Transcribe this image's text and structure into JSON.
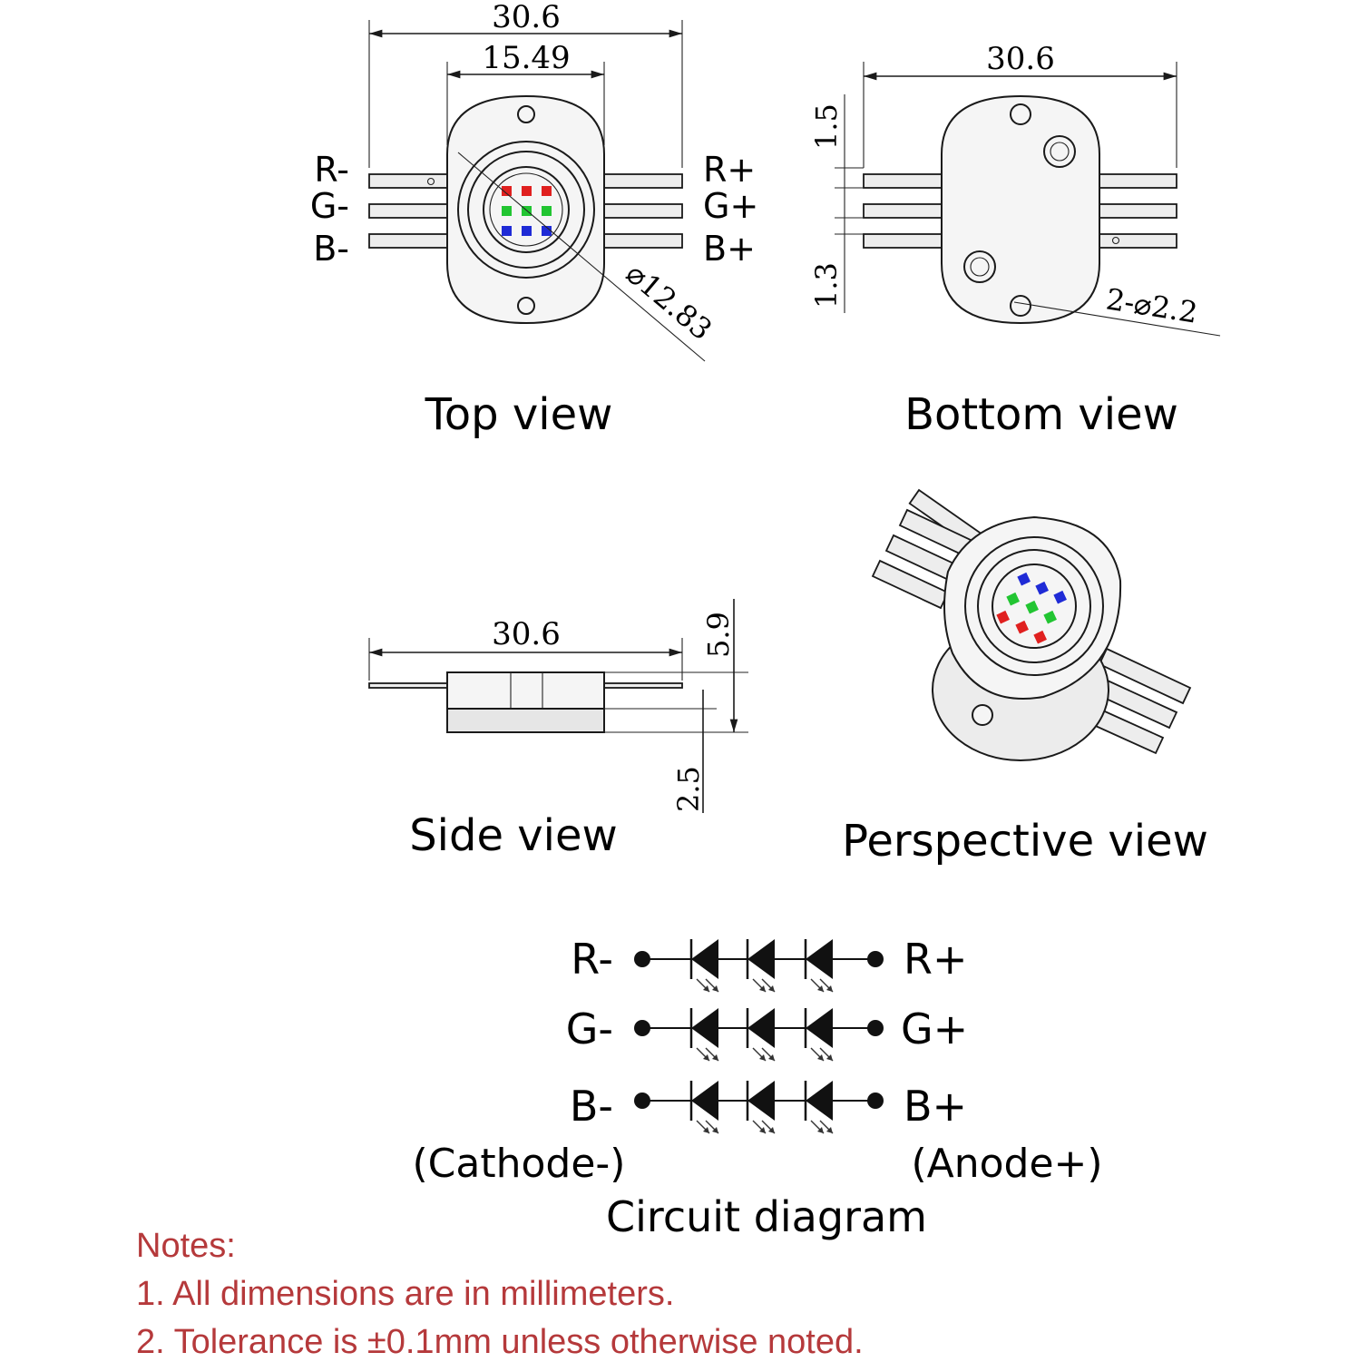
{
  "colors": {
    "red": "#e0201f",
    "green": "#22c532",
    "blue": "#1f2bd6",
    "note": "#b5393b"
  },
  "top_view": {
    "caption": "Top view",
    "dim_overall": "30.6",
    "dim_inner": "15.49",
    "dim_diameter": "⌀12.83",
    "pins_left": [
      "R-",
      "G-",
      "B-"
    ],
    "pins_right": [
      "R+",
      "G+",
      "B+"
    ]
  },
  "bottom_view": {
    "caption": "Bottom view",
    "dim_overall": "30.6",
    "dim_pitch_top": "1.5",
    "dim_pitch_bottom": "1.3",
    "dim_holes": "2-⌀2.2"
  },
  "side_view": {
    "caption": "Side view",
    "dim_overall": "30.6",
    "dim_height": "5.9",
    "dim_base": "2.5"
  },
  "perspective_view": {
    "caption": "Perspective view"
  },
  "circuit": {
    "caption": "Circuit diagram",
    "left_labels": [
      "R-",
      "G-",
      "B-"
    ],
    "right_labels": [
      "R+",
      "G+",
      "B+"
    ],
    "cathode_label": "(Cathode-)",
    "anode_label": "(Anode+)"
  },
  "notes": {
    "title": "Notes:",
    "items": [
      "1. All dimensions are in millimeters.",
      "2. Tolerance is ±0.1mm unless otherwise noted."
    ]
  }
}
